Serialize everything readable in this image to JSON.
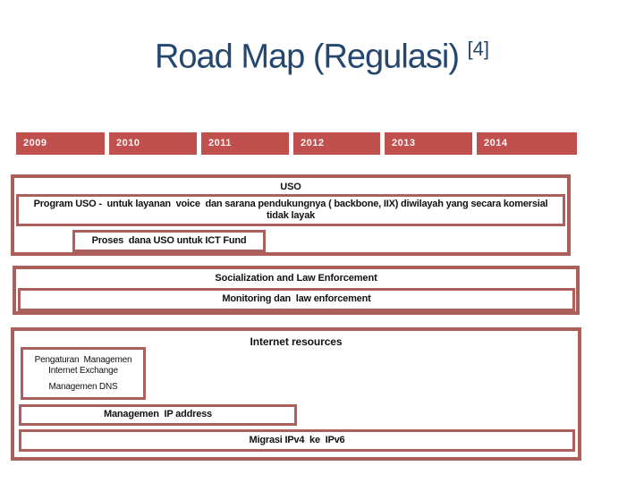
{
  "slide": {
    "title": "Road Map (Regulasi) ",
    "title_ref": "[4]"
  },
  "timeline": {
    "years": [
      "2009",
      "2010",
      "2011",
      "2012",
      "2013",
      "2014"
    ]
  },
  "sections": {
    "uso": {
      "title": "USO",
      "program": "Program USO -  untuk layanan  voice  dan sarana pendukungnya ( backbone, IIX) diwilayah yang secara komersial tidak layak",
      "proses": "Proses  dana USO untuk ICT Fund"
    },
    "socialization": {
      "title": "Socialization and Law Enforcement",
      "monitoring": "Monitoring dan  law enforcement"
    },
    "internet_resources": {
      "title": "Internet resources",
      "pengaturan_line1": "Pengaturan  Managemen Internet Exchange",
      "pengaturan_line2": "Managemen DNS",
      "ip_address": "Managemen  IP address",
      "migrasi": "Migrasi IPv4  ke  IPv6"
    }
  },
  "colors": {
    "accent_fill": "#C0504D",
    "box_border": "#AC5F5B",
    "title_text": "#24476F"
  }
}
